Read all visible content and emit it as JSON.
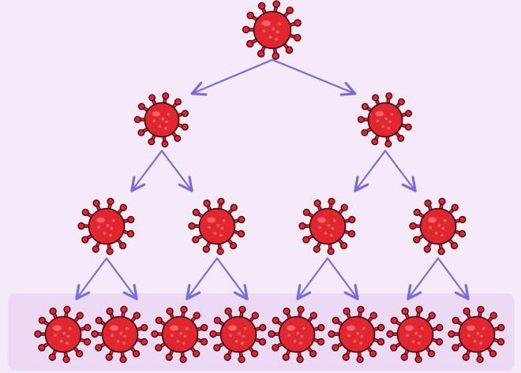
{
  "diagram": {
    "kind": "binary replication tree",
    "levels": [
      1,
      2,
      4,
      8
    ],
    "node_icon": "virus-icon",
    "colors": {
      "background": "#f6e9f9",
      "bottom_band": "#ecd9f4",
      "arrow": "#7b6be0",
      "virus_body": "#e0262f",
      "virus_highlight": "#ff6f73",
      "virus_outline": "#3a0a10"
    }
  }
}
